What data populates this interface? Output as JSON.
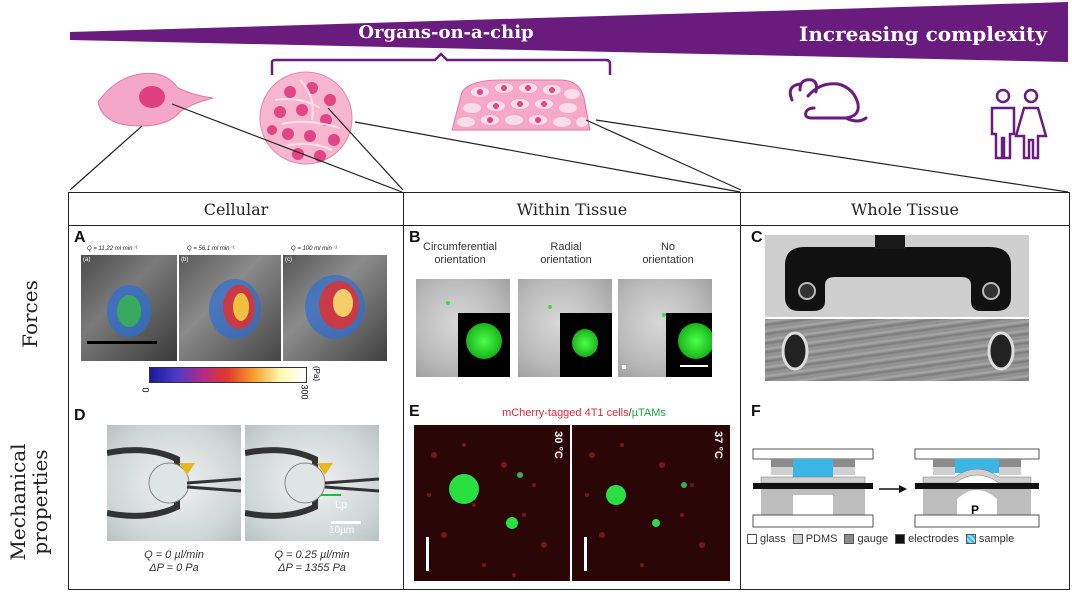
{
  "banner": {
    "left_label": "Organs-on-a-chip",
    "right_label": "Increasing complexity",
    "color": "#6a1b7e"
  },
  "rows": {
    "forces": "Forces",
    "mechanical": "Mechanical\nproperties"
  },
  "panels": {
    "cellular": {
      "title": "Cellular",
      "A": {
        "letter": "A",
        "flow_labels": [
          "Q = 11.22 ml min⁻¹",
          "Q = 56.1 ml min⁻¹",
          "Q = 100 ml min⁻¹"
        ],
        "sub_labels": [
          "(a)",
          "(b)",
          "(c)"
        ],
        "colorbar_min": "0",
        "colorbar_max": "300",
        "colorbar_unit": "(Pa)"
      },
      "D": {
        "letter": "D",
        "scale": "10µm",
        "lp": "Lp",
        "left_q": "Q = 0 µl/min",
        "left_p": "ΔP = 0 Pa",
        "right_q": "Q = 0.25 µl/min",
        "right_p": "ΔP = 1355 Pa"
      }
    },
    "within": {
      "title": "Within Tissue",
      "B": {
        "letter": "B",
        "labels": [
          "Circumferential\norientation",
          "Radial\norientation",
          "No\norientation"
        ]
      },
      "E": {
        "letter": "E",
        "caption_red": "mCherry-tagged 4T1 cells",
        "caption_sep": "/",
        "caption_green": "µTAMs",
        "temp_left": "30 °C",
        "temp_right": "37 °C"
      }
    },
    "whole": {
      "title": "Whole Tissue",
      "C": {
        "letter": "C"
      },
      "F": {
        "letter": "F",
        "p_label": "P",
        "legend": [
          "glass",
          "PDMS",
          "gauge",
          "electrodes",
          "sample"
        ]
      }
    }
  }
}
